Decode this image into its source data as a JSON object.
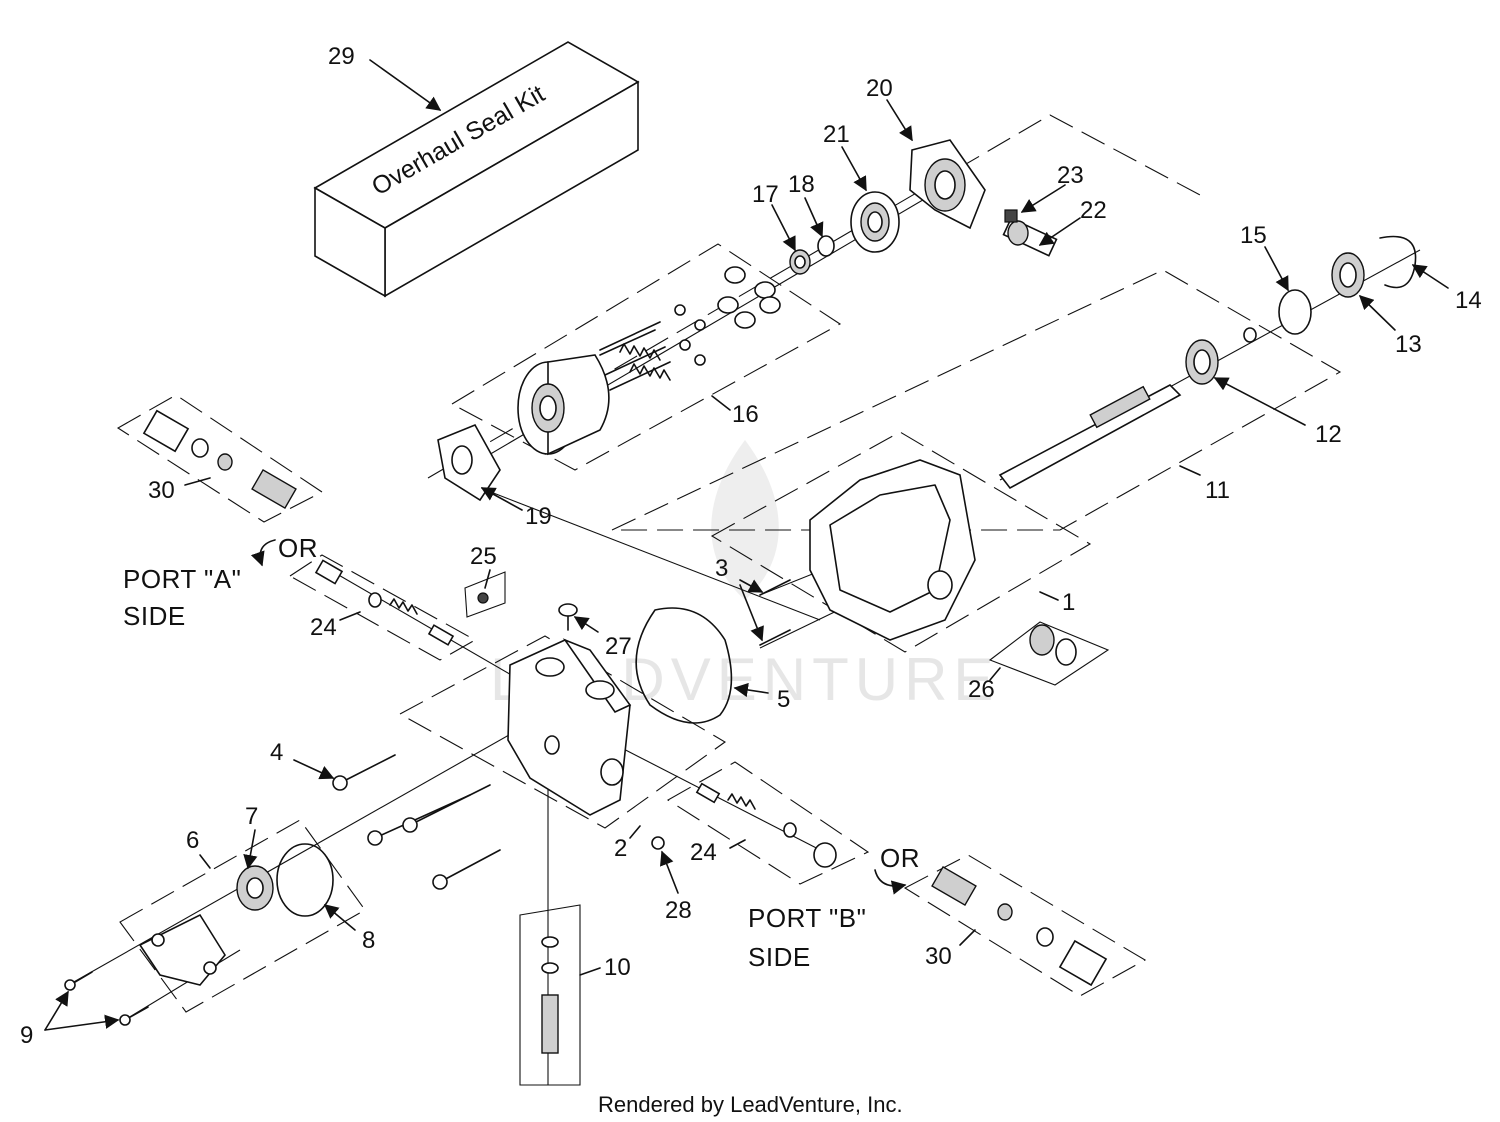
{
  "kit_label": "Overhaul Seal Kit",
  "port_a": {
    "line1": "PORT \"A\"",
    "line2": "SIDE",
    "or": "OR"
  },
  "port_b": {
    "line1": "PORT \"B\"",
    "line2": "SIDE",
    "or": "OR"
  },
  "footer": "Rendered by LeadVenture, Inc.",
  "watermark": "LEADVENTURE",
  "callouts": [
    "29",
    "20",
    "21",
    "17",
    "18",
    "23",
    "22",
    "15",
    "14",
    "13",
    "12",
    "11",
    "16",
    "19",
    "30",
    "25",
    "24",
    "27",
    "3",
    "1",
    "26",
    "5",
    "4",
    "2",
    "28",
    "24",
    "6",
    "7",
    "8",
    "9",
    "10",
    "30"
  ]
}
